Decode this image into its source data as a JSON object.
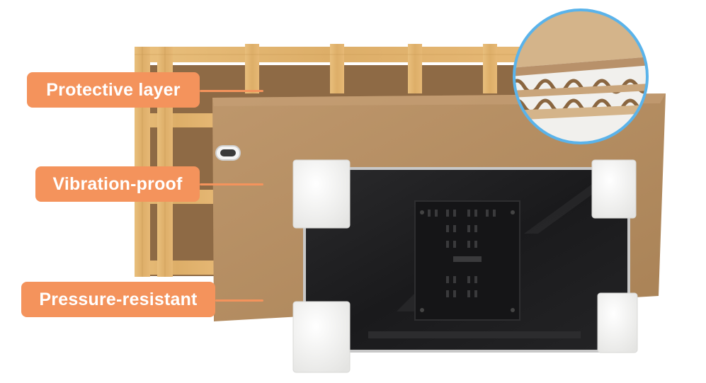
{
  "colors": {
    "accent_orange": "#F4935C",
    "wood": "#E2B46F",
    "cardboard": "#B68D62",
    "monitor_black": "#1D1D1F",
    "foam": "#F3F3F1",
    "zoom_ring": "#5AB3EA"
  },
  "callouts": [
    {
      "label": "Protective layer"
    },
    {
      "label": "Vibration-proof"
    },
    {
      "label": "Pressure-resistant"
    }
  ],
  "icons": {
    "handle": "carry-handle-icon",
    "zoom": "corrugated-cardboard-closeup"
  }
}
